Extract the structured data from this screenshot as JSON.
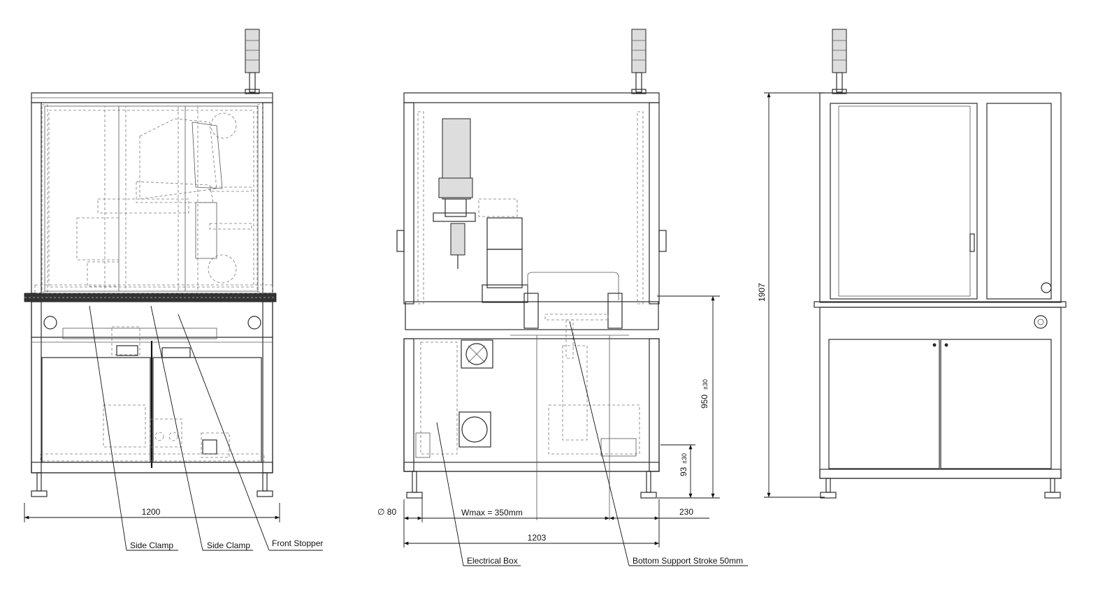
{
  "dimensions": {
    "front_width": "1200",
    "side_width": "1203",
    "side_offset": "230",
    "height_total": "1907",
    "conveyor_height": "950",
    "conveyor_tol": "±30",
    "foot_height": "93",
    "foot_tol": "±30",
    "foot_dia": "∅ 80",
    "wmax": "Wmax = 350mm"
  },
  "callouts": {
    "side_clamp_1": "Side Clamp",
    "side_clamp_2": "Side Clamp",
    "front_stopper": "Front Stopper",
    "electrical_box": "Electrical Box",
    "bottom_support": "Bottom Support Stroke 50mm"
  }
}
